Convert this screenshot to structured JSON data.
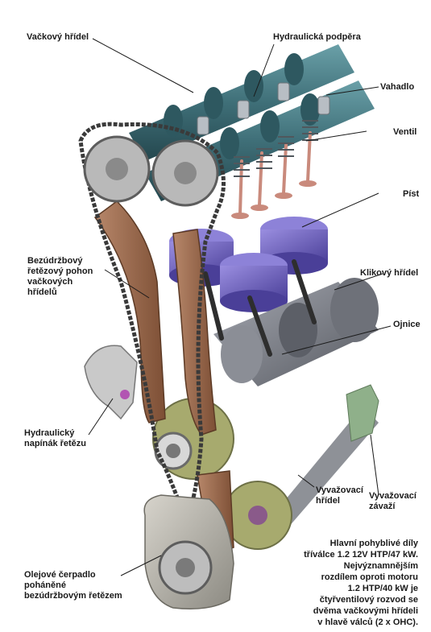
{
  "labels": {
    "camshaft": "Vačkový hřídel",
    "hydraulic_support": "Hydraulická podpěra",
    "rocker": "Vahadlo",
    "valve": "Ventil",
    "piston": "Píst",
    "chain_drive": "Bezúdržbový\nřetězový pohon\nvačkových\nhřídelů",
    "crankshaft": "Klikový hřídel",
    "conrod": "Ojnice",
    "tensioner": "Hydraulický\nnapínák řetězu",
    "balance_shaft": "Vyvažovací\nhřídel",
    "balance_weight": "Vyvažovací\nzávaží",
    "oil_pump": "Olejové čerpadlo\npoháněné\nbezúdržbovým řetězem"
  },
  "caption": "Hlavní pohyblivé díly\ntříválce 1.2 12V HTP/47 kW.\nNejvýznamnějším\nrozdílem oproti motoru\n1.2 HTP/40 kW je\nčtyřventilový rozvod se\ndvěma vačkovými hřídeli\nv hlavě válců (2 x OHC).",
  "colors": {
    "chain": "#3a3a3a",
    "guide": "#9a6a4a",
    "camshaft": "#3f6f78",
    "piston": "#6c5fb4",
    "valve": "#c98a7c",
    "crank": "#7d8089",
    "gear": "#a7aa6e",
    "balance_weight": "#8fb08a"
  }
}
